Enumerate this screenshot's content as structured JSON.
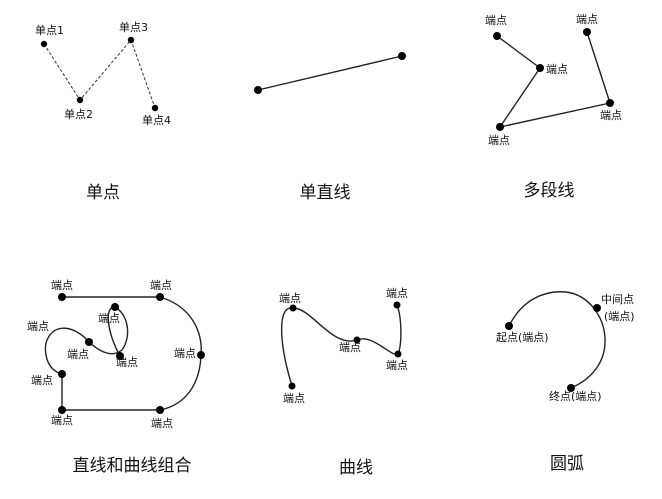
{
  "panels": {
    "single_point": {
      "caption": "单点",
      "labels": [
        "单点1",
        "单点2",
        "单点3",
        "单点4"
      ]
    },
    "single_line": {
      "caption": "单直线"
    },
    "polyline": {
      "caption": "多段线",
      "labels": [
        "端点",
        "端点",
        "端点",
        "端点",
        "端点"
      ]
    },
    "combo": {
      "caption": "直线和曲线组合",
      "labels": [
        "端点",
        "端点",
        "端点",
        "端点",
        "端点",
        "端点",
        "端点",
        "端点",
        "端点",
        "端点"
      ]
    },
    "curve": {
      "caption": "曲线",
      "labels": [
        "端点",
        "端点",
        "端点",
        "端点",
        "端点"
      ]
    },
    "arc": {
      "caption": "圆弧",
      "labels": [
        "中间点",
        "(端点)",
        "起点(端点)",
        "终点(端点)"
      ]
    }
  }
}
